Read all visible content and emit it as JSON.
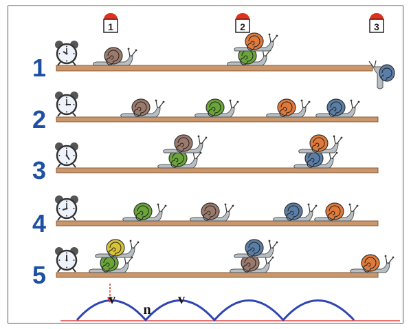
{
  "markers": [
    {
      "label": "1"
    },
    {
      "label": "2"
    },
    {
      "label": "3"
    }
  ],
  "rows": [
    {
      "label": "1",
      "clock_hand_hour": 10,
      "snails": [
        "brown",
        "green",
        "orange",
        "blue-hanging"
      ]
    },
    {
      "label": "2",
      "clock_hand_hour": 3,
      "snails": [
        "brown",
        "green",
        "orange",
        "blue"
      ]
    },
    {
      "label": "3",
      "clock_hand_hour": 5,
      "snails": [
        "green",
        "brown",
        "blue",
        "orange"
      ]
    },
    {
      "label": "4",
      "clock_hand_hour": 8,
      "snails": [
        "green",
        "brown",
        "blue",
        "orange"
      ]
    },
    {
      "label": "5",
      "clock_hand_hour": 12,
      "snails": [
        "green",
        "yellow",
        "brown",
        "blue",
        "orange"
      ]
    }
  ],
  "wave": {
    "labels": [
      "v",
      "n",
      "v"
    ]
  },
  "colors": {
    "text_blue": "#1d4fa3",
    "plank": "#c9976b",
    "plank_edge": "#8a5a34",
    "marker_red": "#e0301e",
    "wave": "#2e45b3",
    "baseline": "#e04040",
    "brown": "#9b7a6c",
    "green": "#6aa53a",
    "orange": "#e07a3a",
    "blue": "#5b7ea6",
    "yellow": "#d8c23a",
    "snail_body": "#b8bfc4"
  }
}
